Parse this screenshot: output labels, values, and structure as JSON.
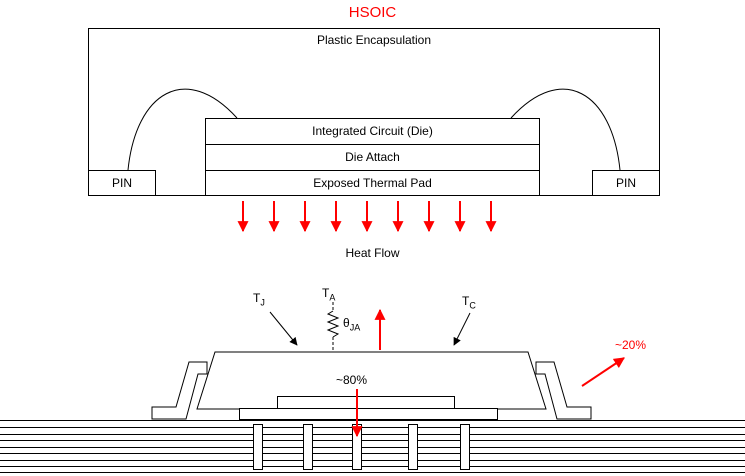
{
  "colors": {
    "accent_red": "#ff0000",
    "line": "#000000",
    "background": "#ffffff"
  },
  "top_diagram": {
    "title": "HSOIC",
    "encapsulation_label": "Plastic Encapsulation",
    "die_label": "Integrated Circuit (Die)",
    "die_attach_label": "Die Attach",
    "thermal_pad_label": "Exposed Thermal Pad",
    "pin_left_label": "PIN",
    "pin_right_label": "PIN",
    "heat_flow_label": "Heat Flow",
    "heat_arrow_count": 9
  },
  "bottom_diagram": {
    "junction_temp": {
      "main": "T",
      "sub": "J"
    },
    "ambient_temp": {
      "main": "T",
      "sub": "A"
    },
    "case_temp": {
      "main": "T",
      "sub": "C"
    },
    "theta_ja": {
      "main": "θ",
      "sub": "JA"
    },
    "board_heat_share": "~80%",
    "lead_heat_share": "~20%"
  }
}
